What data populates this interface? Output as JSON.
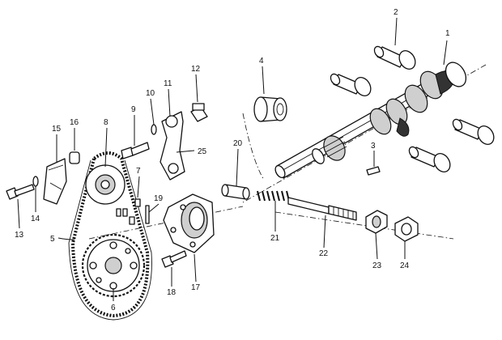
{
  "callouts": [
    "1",
    "2",
    "3",
    "4",
    "5",
    "6",
    "7",
    "8",
    "9",
    "10",
    "11",
    "12",
    "13",
    "14",
    "15",
    "16",
    "17",
    "18",
    "19",
    "20",
    "21",
    "22",
    "23",
    "24",
    "25"
  ]
}
